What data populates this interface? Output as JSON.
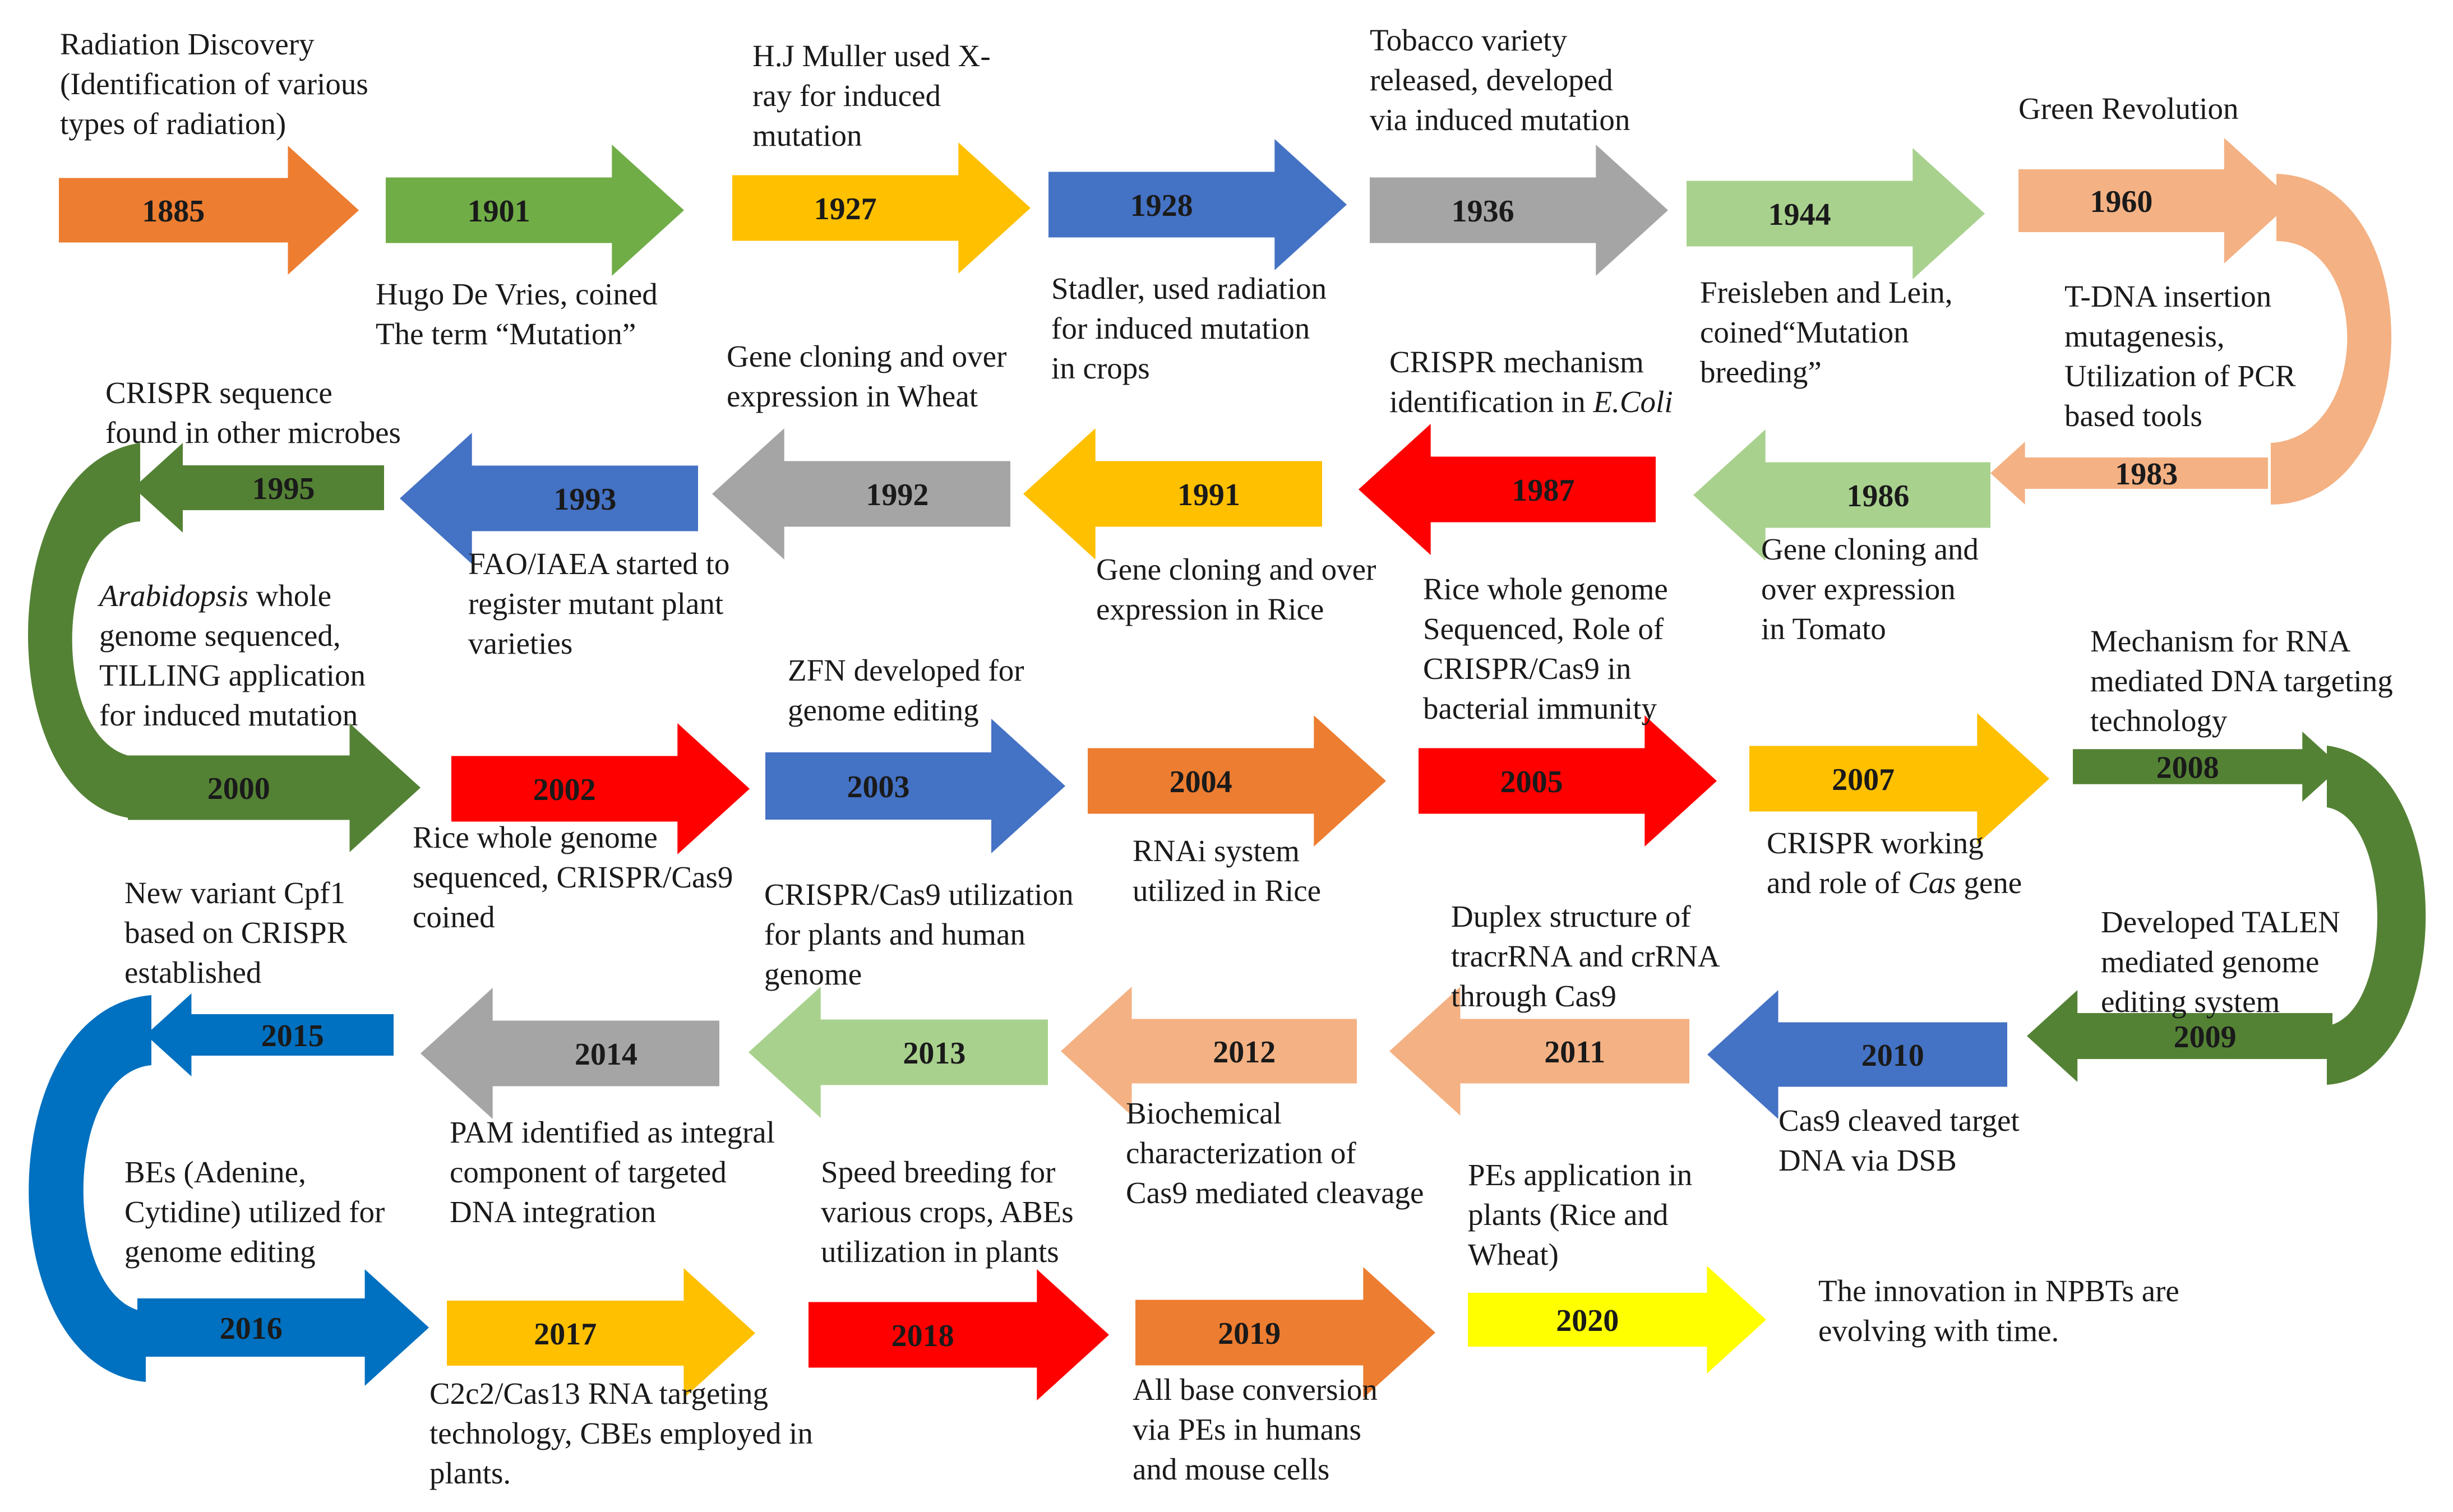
{
  "colors": {
    "orange": "#ED7D31",
    "green": "#70AD47",
    "gold": "#FFC000",
    "blue": "#4472C4",
    "gray": "#A5A5A5",
    "lightgreen": "#A9D18E",
    "salmon": "#F4B183",
    "red": "#FF0000",
    "darkgreen": "#548235",
    "brightblue": "#0070C0",
    "yellow": "#FFFF00"
  },
  "timeline": [
    {
      "year": "1885",
      "color": "orange",
      "description": "Radiation Discovery\n(Identification of various\ntypes of radiation)"
    },
    {
      "year": "1901",
      "color": "green",
      "description": "Hugo De Vries, coined\nThe term “Mutation”"
    },
    {
      "year": "1927",
      "color": "gold",
      "description": "H.J Muller used X-\nray for induced\nmutation"
    },
    {
      "year": "1928",
      "color": "blue",
      "description": "Stadler, used radiation\nfor induced mutation\nin crops"
    },
    {
      "year": "1936",
      "color": "gray",
      "description": "Tobacco variety\nreleased, developed\nvia induced mutation"
    },
    {
      "year": "1944",
      "color": "lightgreen",
      "description": "Freisleben and Lein,\ncoined“Mutation\nbreeding”"
    },
    {
      "year": "1960",
      "color": "salmon",
      "description": "Green Revolution"
    },
    {
      "year": "1983",
      "color": "salmon",
      "description": "T-DNA insertion\nmutagenesis,\nUtilization of PCR\nbased tools"
    },
    {
      "year": "1986",
      "color": "lightgreen",
      "description": "Gene cloning and\nover expression\nin Tomato"
    },
    {
      "year": "1987",
      "color": "red",
      "description": "CRISPR mechanism\nidentification in ",
      "description_italic": "E.Coli"
    },
    {
      "year": "1991",
      "color": "gold",
      "description": "Gene cloning and over\nexpression in Rice"
    },
    {
      "year": "1992",
      "color": "gray",
      "description": "Gene cloning and over\nexpression in Wheat"
    },
    {
      "year": "1993",
      "color": "blue",
      "description": "FAO/IAEA started to\nregister mutant plant\nvarieties"
    },
    {
      "year": "1995",
      "color": "darkgreen",
      "description": "CRISPR sequence\nfound in other microbes"
    },
    {
      "year": "2000",
      "color": "darkgreen",
      "description_italic": "Arabidopsis",
      "description": " whole\ngenome sequenced,\nTILLING application\nfor induced mutation"
    },
    {
      "year": "2002",
      "color": "red",
      "description": "Rice whole genome\nsequenced, CRISPR/Cas9\ncoined"
    },
    {
      "year": "2003",
      "color": "blue",
      "description": "ZFN developed for\ngenome editing"
    },
    {
      "year": "2004",
      "color": "orange",
      "description": "RNAi system\nutilized in Rice"
    },
    {
      "year": "2005",
      "color": "red",
      "description": "Rice whole genome\nSequenced, Role of\nCRISPR/Cas9 in\nbacterial immunity"
    },
    {
      "year": "2007",
      "color": "gold",
      "description": "CRISPR working\nand role of ",
      "description_italic": "Cas",
      "description_tail": " gene"
    },
    {
      "year": "2008",
      "color": "darkgreen",
      "description": "Mechanism for RNA\nmediated DNA targeting\ntechnology"
    },
    {
      "year": "2009",
      "color": "darkgreen",
      "description": "Developed TALEN\nmediated genome\nediting system"
    },
    {
      "year": "2010",
      "color": "blue",
      "description": "Cas9 cleaved target\nDNA via DSB"
    },
    {
      "year": "2011",
      "color": "salmon",
      "description": "Duplex structure of\ntracrRNA and crRNA\nthrough Cas9"
    },
    {
      "year": "2012",
      "color": "salmon",
      "description": "Biochemical\ncharacterization of\nCas9 mediated cleavage"
    },
    {
      "year": "2013",
      "color": "lightgreen",
      "description": "CRISPR/Cas9 utilization\nfor plants and human\ngenome"
    },
    {
      "year": "2014",
      "color": "gray",
      "description": "PAM identified as integral\ncomponent of targeted\nDNA integration"
    },
    {
      "year": "2015",
      "color": "brightblue",
      "description": "New variant Cpf1\nbased on CRISPR\nestablished"
    },
    {
      "year": "2016",
      "color": "brightblue",
      "description": "BEs (Adenine,\nCytidine) utilized for\ngenome editing"
    },
    {
      "year": "2017",
      "color": "gold",
      "description": "C2c2/Cas13 RNA targeting\ntechnology, CBEs employed in\nplants."
    },
    {
      "year": "2018",
      "color": "red",
      "description": "Speed breeding for\nvarious crops, ABEs\nutilization in plants"
    },
    {
      "year": "2019",
      "color": "orange",
      "description": "All base conversion\nvia PEs in humans\nand mouse cells"
    },
    {
      "year": "2020",
      "color": "yellow",
      "description": "PEs application in\nplants (Rice and\nWheat)"
    }
  ],
  "closing_note": "The innovation in NPBTs are\nevolving with time."
}
